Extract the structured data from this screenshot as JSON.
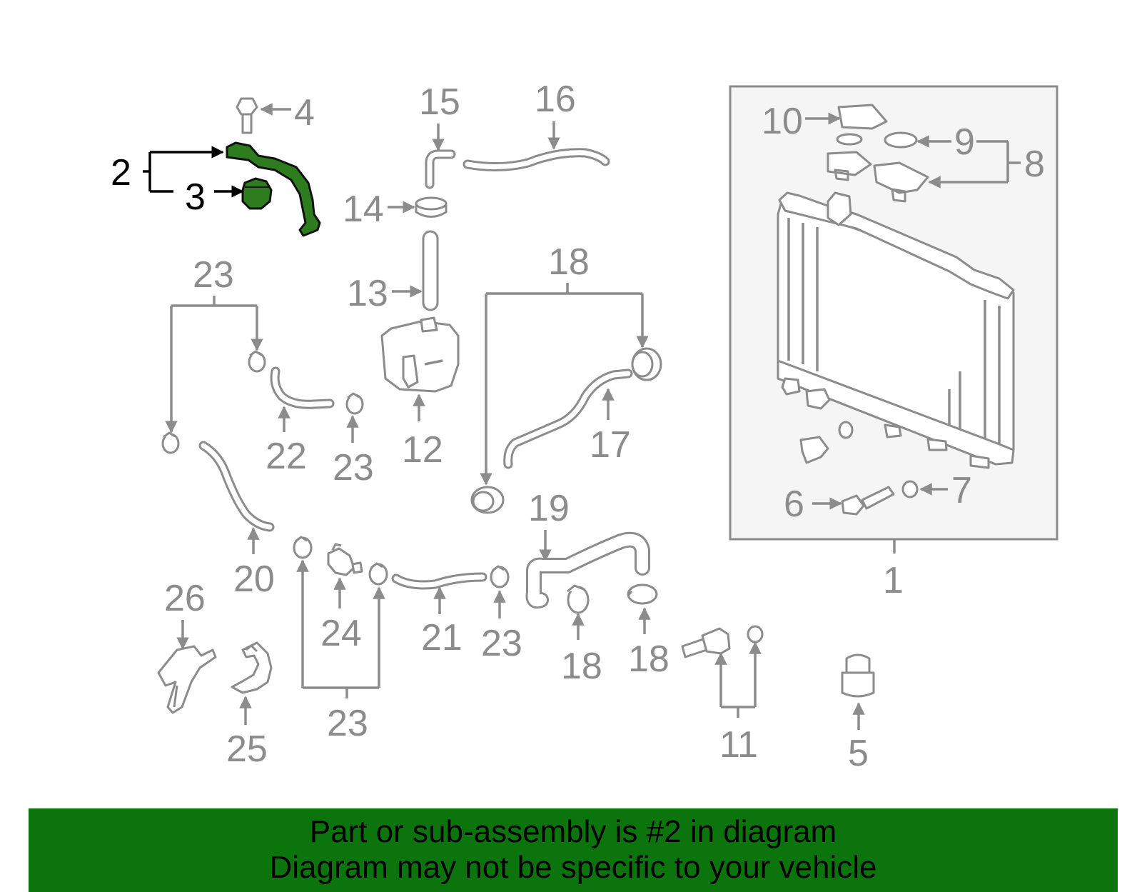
{
  "diagram": {
    "labels": {
      "l1": "1",
      "l2": "2",
      "l3": "3",
      "l4": "4",
      "l5": "5",
      "l6": "6",
      "l7": "7",
      "l8": "8",
      "l9": "9",
      "l10": "10",
      "l11": "11",
      "l12": "12",
      "l13": "13",
      "l14": "14",
      "l15": "15",
      "l16": "16",
      "l17": "17",
      "l18": "18",
      "l19": "19",
      "l20": "20",
      "l21": "21",
      "l22": "22",
      "l23": "23",
      "l24": "24",
      "l25": "25",
      "l26": "26"
    },
    "highlight_part": "2",
    "colors": {
      "highlight_fill": "#2d7d1e",
      "line": "#8c8c8c",
      "banner": "#0c740c",
      "radiator_box_bg": "#f5f5f5"
    }
  },
  "banner": {
    "line1": "Part or sub-assembly is #2 in diagram",
    "line2": "Diagram may not be specific to your vehicle"
  }
}
